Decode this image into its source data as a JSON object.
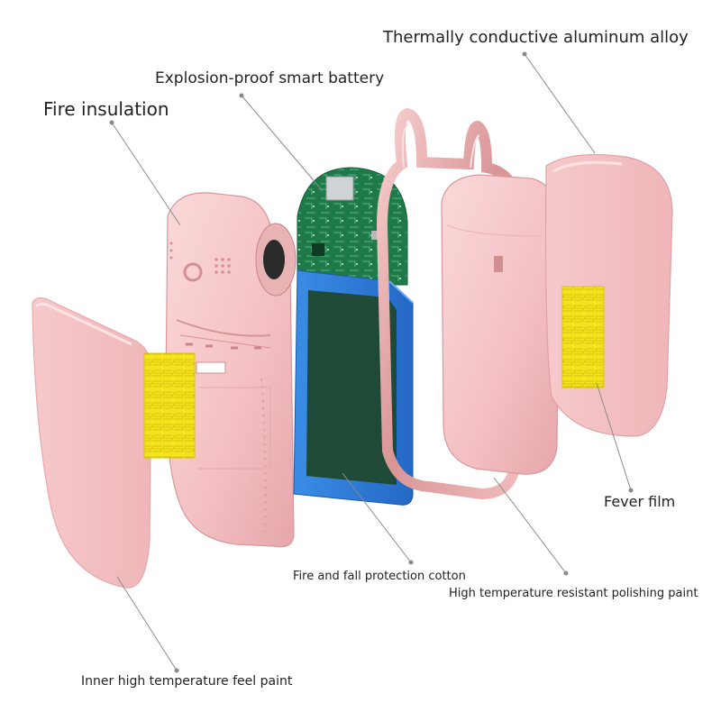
{
  "labels": {
    "thermal": "Thermally conductive aluminum alloy",
    "battery": "Explosion-proof smart battery",
    "fire_insulation": "Fire insulation",
    "fever_film": "Fever film",
    "cotton": "Fire and fall protection cotton",
    "polishing": "High temperature resistant polishing paint",
    "inner_paint": "Inner high temperature feel paint"
  },
  "colors": {
    "shell_pink": "#f3c2c4",
    "shell_shadow": "#e0a3a6",
    "rose_gold": "#e8a9a8",
    "pcb_green": "#1f7a4a",
    "battery_blue": "#2f7ed8",
    "battery_core": "#1e4a3a",
    "heating_film": "#f2e51a",
    "leader_line": "#8a8a8a"
  }
}
